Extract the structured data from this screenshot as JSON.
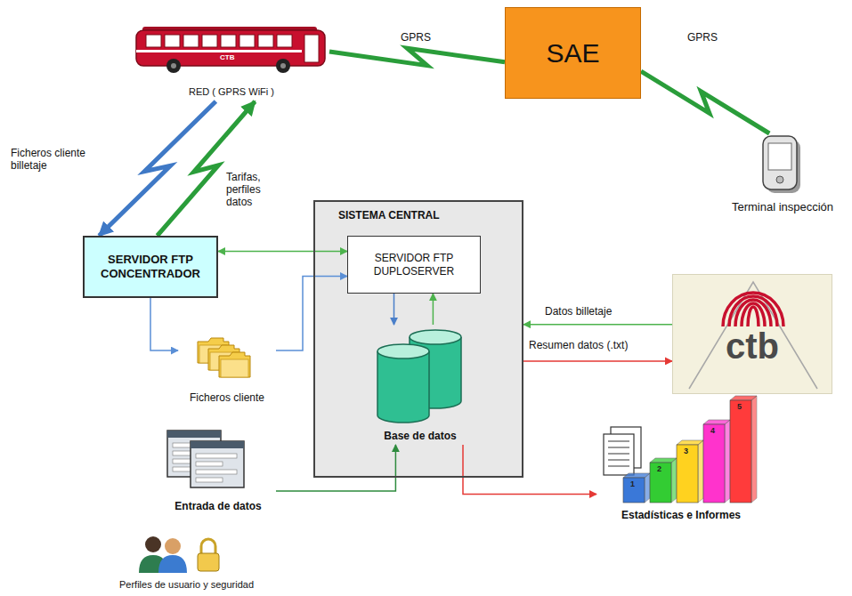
{
  "diagram": {
    "nodes": [
      {
        "text": [
          "RED ( GPRS WiFi )"
        ]
      },
      {
        "text": [
          "SAE"
        ]
      },
      {
        "text": [
          "Terminal inspección"
        ]
      },
      {
        "text": [
          "SERVIDOR FTP CONCENTRADOR"
        ]
      },
      {
        "text": [
          "SISTEMA CENTRAL"
        ]
      },
      {
        "text": [
          "SERVIDOR FTP DUPLOSERVER"
        ],
        "in": 4
      },
      {
        "text": [
          "Base de datos"
        ],
        "in": 4
      },
      {
        "text": [
          "ctb"
        ]
      },
      {
        "text": [
          "Ficheros cliente"
        ]
      },
      {
        "text": [
          "Entrada de datos"
        ]
      },
      {
        "text": [
          "Estadísticas e Informes"
        ]
      },
      {
        "text": [
          "Perfiles de usuario y seguridad"
        ]
      }
    ],
    "edges": [
      {
        "from": 0,
        "to": 1,
        "label": "GPRS",
        "arrow": "none"
      },
      {
        "from": 1,
        "to": 2,
        "label": "GPRS",
        "arrow": "none"
      },
      {
        "from": 0,
        "to": 3,
        "label": "Ficheros cliente billetaje",
        "arrow": "to"
      },
      {
        "from": 3,
        "to": 0,
        "label": "Tarifas, perfiles datos",
        "arrow": "to"
      },
      {
        "from": 3,
        "to": 5,
        "arrow": "both"
      },
      {
        "from": 3,
        "to": 8,
        "arrow": "to"
      },
      {
        "from": 8,
        "to": 5,
        "arrow": "to"
      },
      {
        "from": 5,
        "to": 6,
        "arrow": "to"
      },
      {
        "from": 6,
        "to": 5,
        "arrow": "to"
      },
      {
        "from": 7,
        "to": 4,
        "label": "Datos billetaje",
        "arrow": "to"
      },
      {
        "from": 4,
        "to": 7,
        "label": "Resumen datos (.txt)",
        "arrow": "to"
      },
      {
        "from": 9,
        "to": 6,
        "arrow": "to"
      },
      {
        "from": 6,
        "to": 10,
        "arrow": "to"
      }
    ],
    "labels": [
      "CTB",
      "1",
      "2",
      "3",
      "4",
      "5"
    ]
  }
}
